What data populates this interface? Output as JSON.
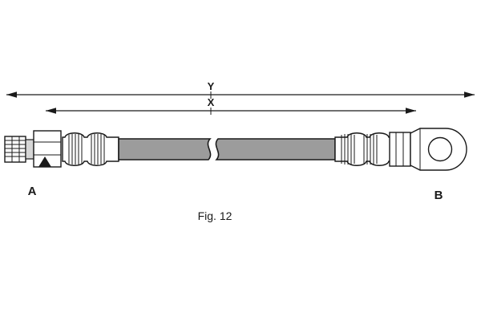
{
  "figure": {
    "caption": "Fig. 12",
    "dimensions": {
      "outer_label": "Y",
      "inner_label": "X"
    },
    "ends": {
      "left_label": "A",
      "right_label": "B"
    },
    "colors": {
      "line": "#1a1a1a",
      "hose_fill": "#9c9c9c",
      "background": "#ffffff"
    }
  }
}
